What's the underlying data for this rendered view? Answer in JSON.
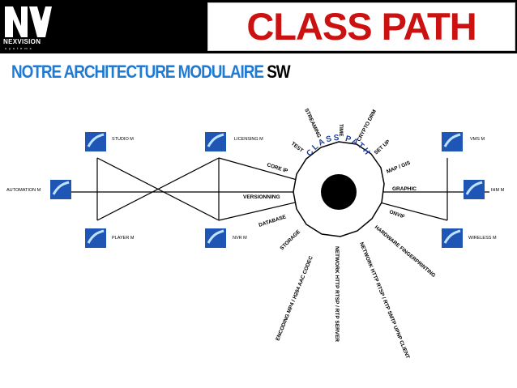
{
  "header": {
    "logo_name": "NEXVISION",
    "logo_sub": "systems",
    "brand_title": "CLASS PATH"
  },
  "slide": {
    "title_main": "NOTRE ARCHITECTURE MODULAIRE",
    "title_suffix": "SW"
  },
  "modules": {
    "studio": "STUDIO M",
    "licensing": "LICENSING M",
    "vms": "VMS M",
    "automation": "AUTOMATION M",
    "ihm": "IHM M",
    "player": "PLAYER M",
    "nvr": "NVR M",
    "wireless": "WIRELESS M"
  },
  "hub": {
    "ring_label": "CLASS PATH",
    "inner_left": "VERSIONNING",
    "inner_right": "GRAPHIC"
  },
  "spokes": [
    "STREAMING",
    "TIME",
    "CRYPTO DRM",
    "TEST",
    "SET UP",
    "CORE IP",
    "MAP / GIS",
    "DATABASE",
    "ONVIF",
    "STORAGE",
    "HARDWARE FINGERPRINTING",
    "ENCODING MP4 / H264 AAC CODEC",
    "NETWORK HTTP RTSP / RTP SERVER",
    "NETWORK HTTP RTSP / RTP SMTP UPNP CLIENT"
  ],
  "colors": {
    "brand_red": "#cc1111",
    "title_blue": "#1f7ad4",
    "ring_text_blue": "#1d3fa0",
    "header_black": "#000000"
  }
}
